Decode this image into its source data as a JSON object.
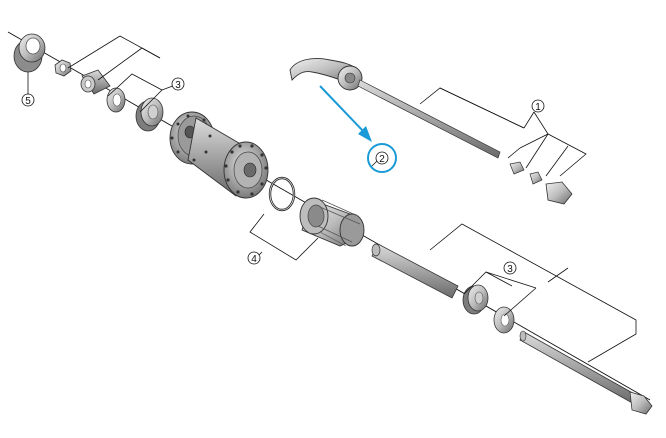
{
  "callouts": [
    {
      "id": "c1",
      "label": "1"
    },
    {
      "id": "c2",
      "label": "2"
    },
    {
      "id": "c3a",
      "label": "3"
    },
    {
      "id": "c3b",
      "label": "3"
    },
    {
      "id": "c4",
      "label": "4"
    },
    {
      "id": "c5",
      "label": "5"
    }
  ],
  "highlight": {
    "target": "2",
    "color": "#1a9ad6"
  },
  "colors": {
    "line": "#000000",
    "part_light": "#d9d9d9",
    "part_mid": "#a8a8a8",
    "part_dark": "#6e6e6e",
    "part_edge": "#404040"
  }
}
